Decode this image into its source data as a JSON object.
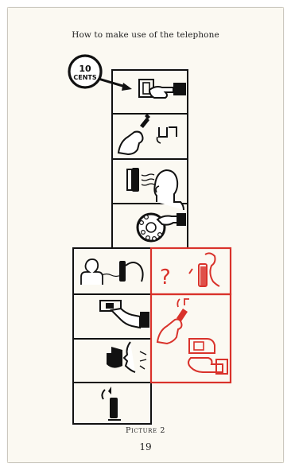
{
  "page": {
    "title": "How to make use of the telephone",
    "caption": "Picture 2",
    "page_number": "19"
  },
  "coin": {
    "line1": "10",
    "line2": "CENTS"
  },
  "question_mark": "?",
  "colors": {
    "ink": "#111111",
    "red": "#d9322b",
    "paper": "#fbf9f2"
  },
  "icons": [
    "coin-icon",
    "arrow-icon",
    "hand-insert-coin-icon",
    "hand-lift-receiver-icon",
    "listen-dial-tone-icon",
    "dial-icon",
    "person-listen-icon",
    "hand-press-button-icon",
    "speak-icon",
    "hang-up-icon",
    "question-icon",
    "hand-receiver-red-icon",
    "hand-retrieve-coin-icon"
  ]
}
